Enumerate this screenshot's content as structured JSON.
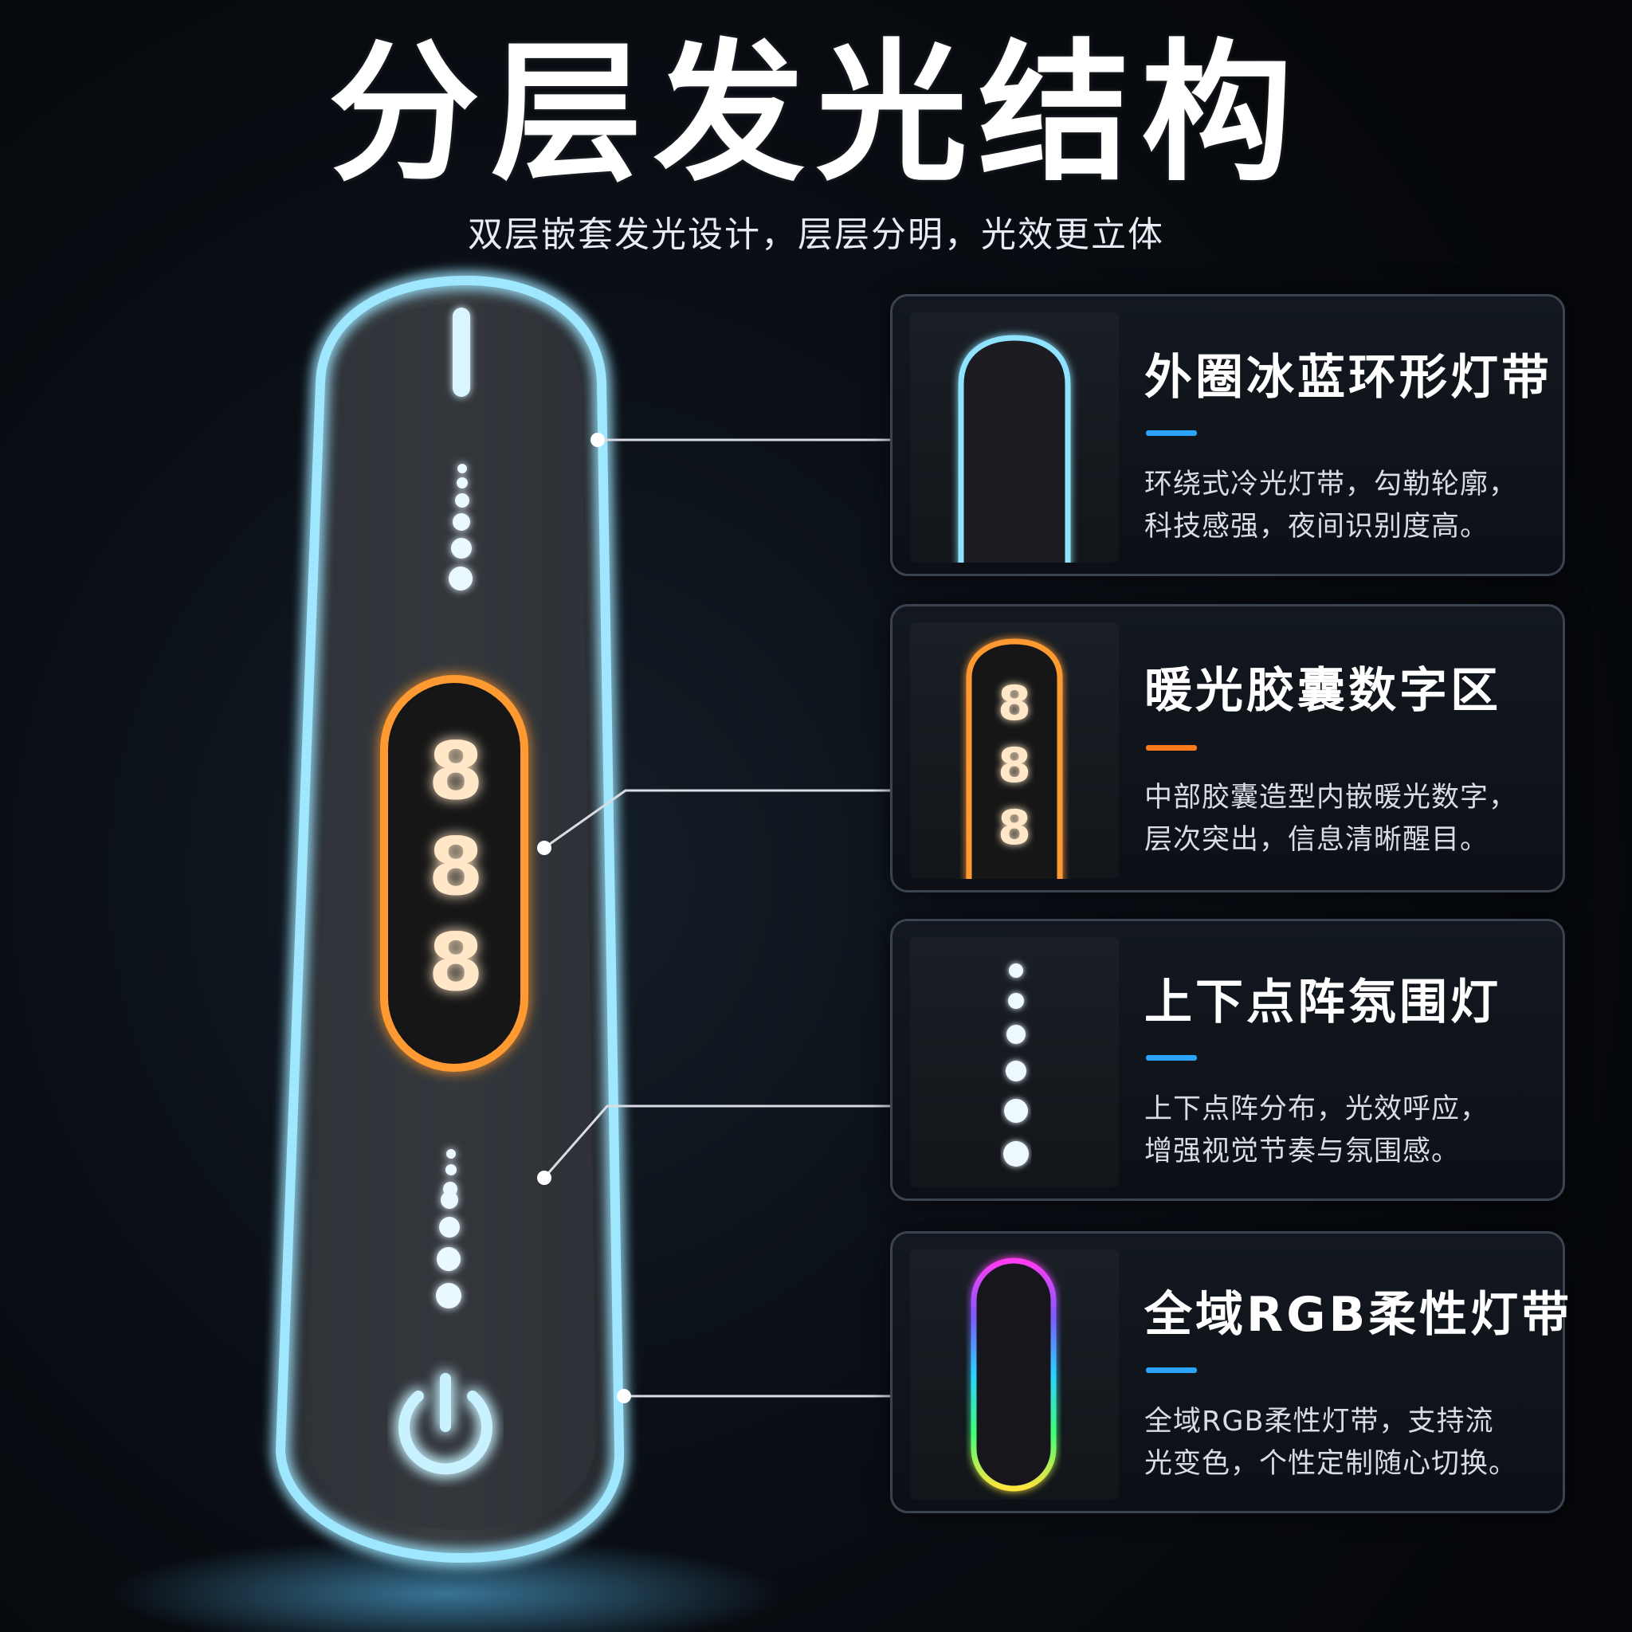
{
  "header": {
    "title": "分层发光结构",
    "subtitle": "双层嵌套发光设计，层层分明，光效更立体"
  },
  "device": {
    "digits": [
      "8",
      "8",
      "8"
    ]
  },
  "features": [
    {
      "title": "外圈冰蓝环形灯带",
      "desc_lines": [
        "环绕式冷光灯带，勾勒轮廓，",
        "科技感强，夜间识别度高。"
      ],
      "accent": "#2aa3ff"
    },
    {
      "title": "暖光胶囊数字区",
      "desc_lines": [
        "中部胶囊造型内嵌暖光数字，",
        "层次突出，信息清晰醒目。"
      ],
      "accent": "#ff7a1a",
      "digits": [
        "8",
        "8",
        "8"
      ]
    },
    {
      "title": "上下点阵氛围灯",
      "desc_lines": [
        "上下点阵分布，光效呼应，",
        "增强视觉节奏与氛围感。"
      ],
      "accent": "#2aa3ff"
    },
    {
      "title": "全域RGB柔性灯带",
      "desc_lines": [
        "全域RGB柔性灯带，支持流",
        "光变色，个性定制随心切换。"
      ],
      "accent": "#2aa3ff"
    }
  ],
  "colors": {
    "ice_blue": "#6fd6ff",
    "warm_orange": "#ff8a1e",
    "line": "#d9dde3"
  }
}
